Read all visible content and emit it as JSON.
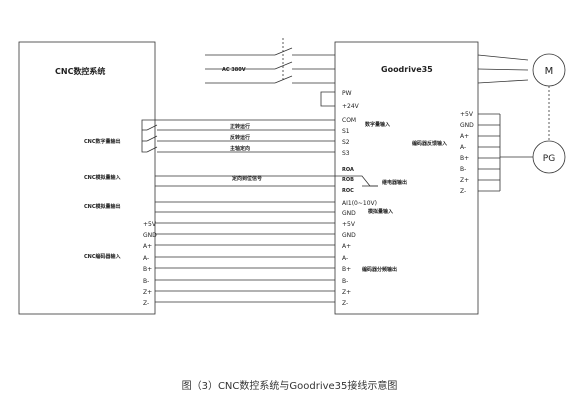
{
  "cnc": {
    "title": "CNC数控系统",
    "labels": [
      "CNC数字量输出",
      "CNC模拟量输入",
      "CNC模拟量输出",
      "CNC编码器输入"
    ],
    "encoder_pins": [
      "+5V",
      "GND",
      "A+",
      "A-",
      "B+",
      "B-",
      "Z+",
      "Z-"
    ]
  },
  "drive": {
    "title": "Goodrive35",
    "left_pins": [
      "PW",
      "+24V",
      "COM",
      "S1",
      "S2",
      "S3"
    ],
    "ro_pins": [
      "ROA",
      "ROB",
      "ROC"
    ],
    "analog_pins": [
      "AI1(0~10V)",
      "GND"
    ],
    "out_pins": [
      "+5V",
      "GND",
      "A+",
      "A-",
      "B+",
      "B-",
      "Z+",
      "Z-"
    ],
    "right_pins": [
      "+5V",
      "GND",
      "A+",
      "A-",
      "B+",
      "B-",
      "Z+",
      "Z-"
    ],
    "labels": {
      "digital_in": "数字量输入",
      "encoder_in": "编码器反馈输入",
      "ro_out": "继电器输出",
      "analog_in": "模拟量输入",
      "encoder_out": "编码器分频输出"
    }
  },
  "signals": {
    "forward": "正转运行",
    "reverse": "反转运行",
    "orient": "主轴定向",
    "orient_done": "定向到位信号",
    "power": "AC 380V"
  },
  "motor": {
    "label": "M"
  },
  "pg": {
    "label": "PG"
  },
  "caption": "图（3）CNC数控系统与Goodrive35接线示意图"
}
